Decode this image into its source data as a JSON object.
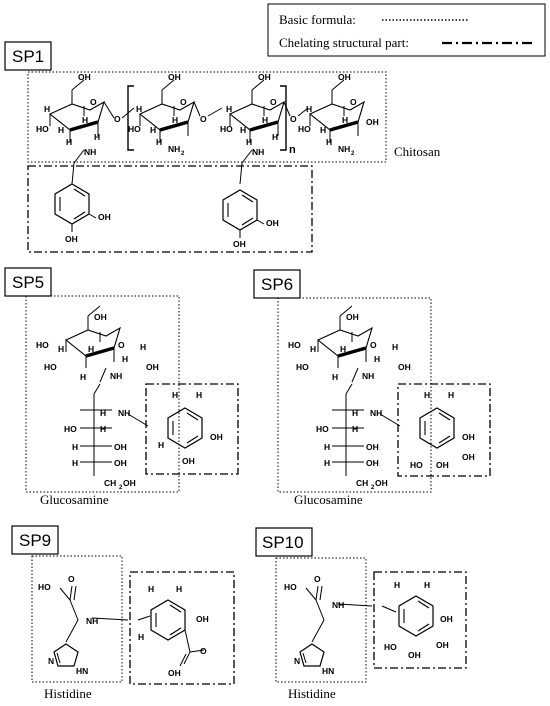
{
  "legend": {
    "basic_formula": "Basic formula:",
    "chelating_part": "Chelating structural part:"
  },
  "panels": {
    "sp1": "SP1",
    "sp5": "SP5",
    "sp6": "SP6",
    "sp9": "SP9",
    "sp10": "SP10"
  },
  "captions": {
    "chitosan": "Chitosan",
    "glucosamine": "Glucosamine",
    "histidine": "Histidine"
  },
  "atoms": {
    "oh": "OH",
    "ho": "HO",
    "h": "H",
    "o": "O",
    "nh": "NH",
    "nh2": "NH",
    "two": "2",
    "hn": "HN",
    "ch2oh": "CH",
    "n": "n",
    "nN": "N",
    "cooh_o": "O"
  },
  "colors": {
    "line": "#000000",
    "background": "#ffffff"
  }
}
